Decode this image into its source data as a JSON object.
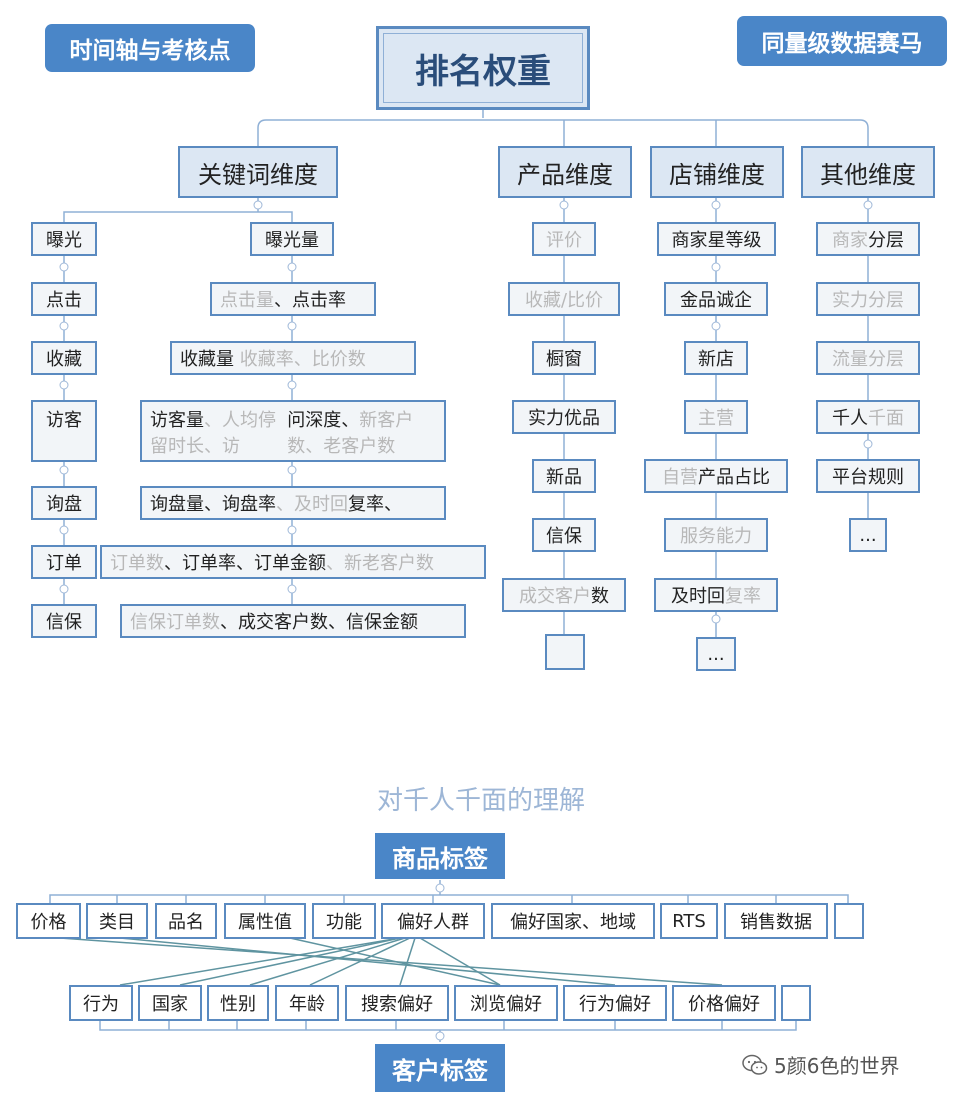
{
  "tags": {
    "left": "时间轴与考核点",
    "right": "同量级数据赛马"
  },
  "root": "排名权重",
  "dimensions": {
    "keyword": "关键词维度",
    "product": "产品维度",
    "store": "店铺维度",
    "other": "其他维度"
  },
  "keyword_left": [
    "曝光",
    "点击",
    "收藏",
    "访客",
    "询盘",
    "订单",
    "信保"
  ],
  "keyword_right": {
    "r1": "曝光量",
    "r2a": "点击量",
    "r2b": "、点击率",
    "r3a": "收藏量",
    "r3b": "收藏率、比价数",
    "r4a": "访客量",
    "r4b": "、人均停留时长、访",
    "r4c": "问深度、",
    "r4d": "新客户数、老客户数",
    "r5a": "询盘量、询盘率",
    "r5b": "、及时回",
    "r5c": "复率、",
    "r6a": "订单数",
    "r6b": "、订单率、订单金额",
    "r6c": "、新老客户数",
    "r7a": "信保订单数",
    "r7b": "、成交客户数、信保金额"
  },
  "product_nodes": {
    "p1": "评价",
    "p2": "收藏/比价",
    "p3": "橱窗",
    "p4": "实力优品",
    "p5": "新品",
    "p6": "信保",
    "p7a": "成交客户",
    "p7b": "数"
  },
  "store_nodes": {
    "s1": "商家星等级",
    "s2": "金品诚企",
    "s3": "新店",
    "s4": "主营",
    "s5a": "自营",
    "s5b": "产品占比",
    "s6": "服务能力",
    "s7a": "及时回",
    "s7b": "复率",
    "s8": "..."
  },
  "other_nodes": {
    "o1a": "商家",
    "o1b": "分层",
    "o2": "实力分层",
    "o3a": "流量",
    "o3b": "分层",
    "o4a": "千人",
    "o4b": "千面",
    "o5": "平台规则",
    "o6": "..."
  },
  "bottom_title": "对千人千面的理解",
  "product_tag": "商品标签",
  "customer_tag": "客户标签",
  "product_labels": [
    "价格",
    "类目",
    "品名",
    "属性值",
    "功能",
    "偏好人群",
    "偏好国家、地域",
    "RTS",
    "销售数据"
  ],
  "customer_labels": [
    "行为",
    "国家",
    "性别",
    "年龄",
    "搜索偏好",
    "浏览偏好",
    "行为偏好",
    "价格偏好"
  ],
  "watermark": "5颜6色的世界",
  "colors": {
    "accent": "#4a86c8",
    "border": "#5a8ac0",
    "fill": "#dce7f3"
  }
}
